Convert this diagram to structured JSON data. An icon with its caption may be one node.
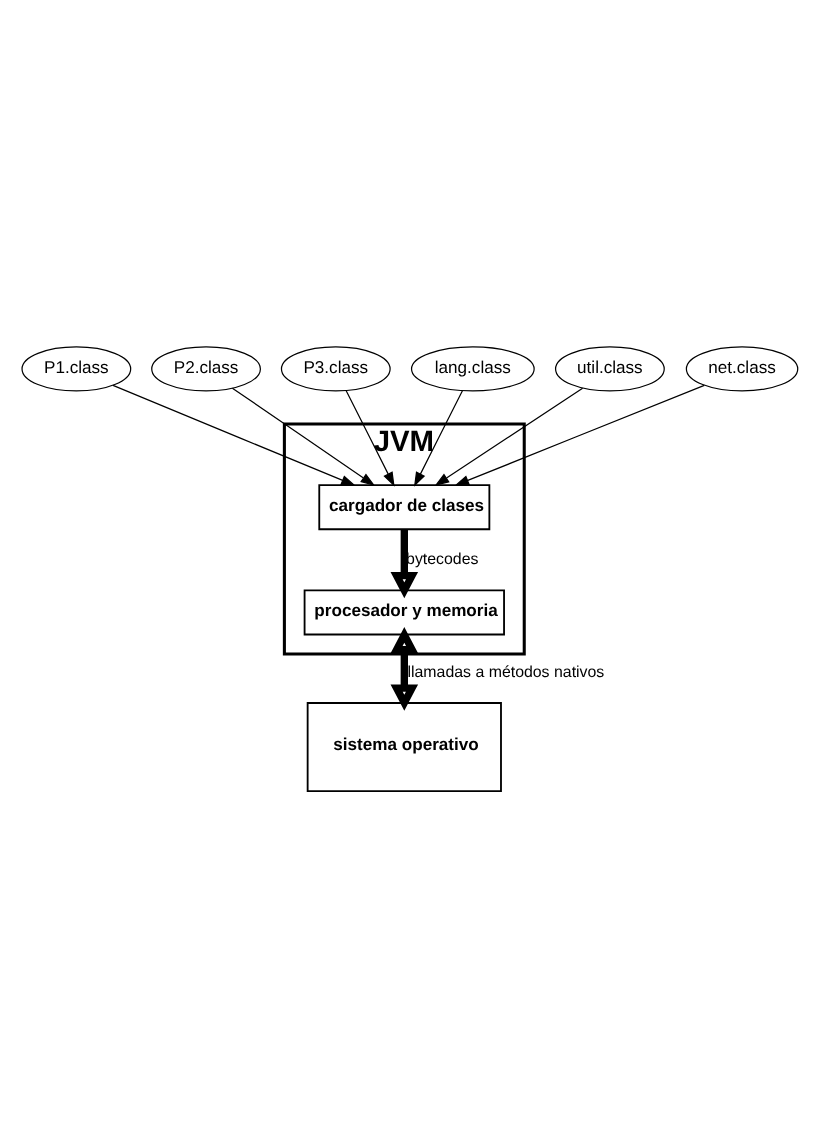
{
  "diagram": {
    "nodes": [
      {
        "text": [
          "JVM"
        ]
      },
      {
        "text": [
          "cargador de clases"
        ],
        "in": 0
      },
      {
        "text": [
          "procesador y memoria"
        ],
        "in": 0
      },
      {
        "text": [
          "P1.class"
        ]
      },
      {
        "text": [
          "P2.class"
        ]
      },
      {
        "text": [
          "P3.class"
        ]
      },
      {
        "text": [
          "lang.class"
        ]
      },
      {
        "text": [
          "util.class"
        ]
      },
      {
        "text": [
          "net.class"
        ]
      },
      {
        "text": [
          "sistema operativo"
        ]
      }
    ],
    "edges": [
      {
        "from": 3,
        "to": 1,
        "arrow": "to"
      },
      {
        "from": 4,
        "to": 1,
        "arrow": "to"
      },
      {
        "from": 5,
        "to": 1,
        "arrow": "to"
      },
      {
        "from": 6,
        "to": 1,
        "arrow": "to"
      },
      {
        "from": 7,
        "to": 1,
        "arrow": "to"
      },
      {
        "from": 8,
        "to": 1,
        "arrow": "to"
      },
      {
        "from": 1,
        "to": 2,
        "arrow": "to",
        "label": "bytecodes",
        "style": "thick"
      },
      {
        "from": 2,
        "to": 9,
        "arrow": "both",
        "label": "llamadas a métodos nativos",
        "style": "thick"
      }
    ]
  }
}
